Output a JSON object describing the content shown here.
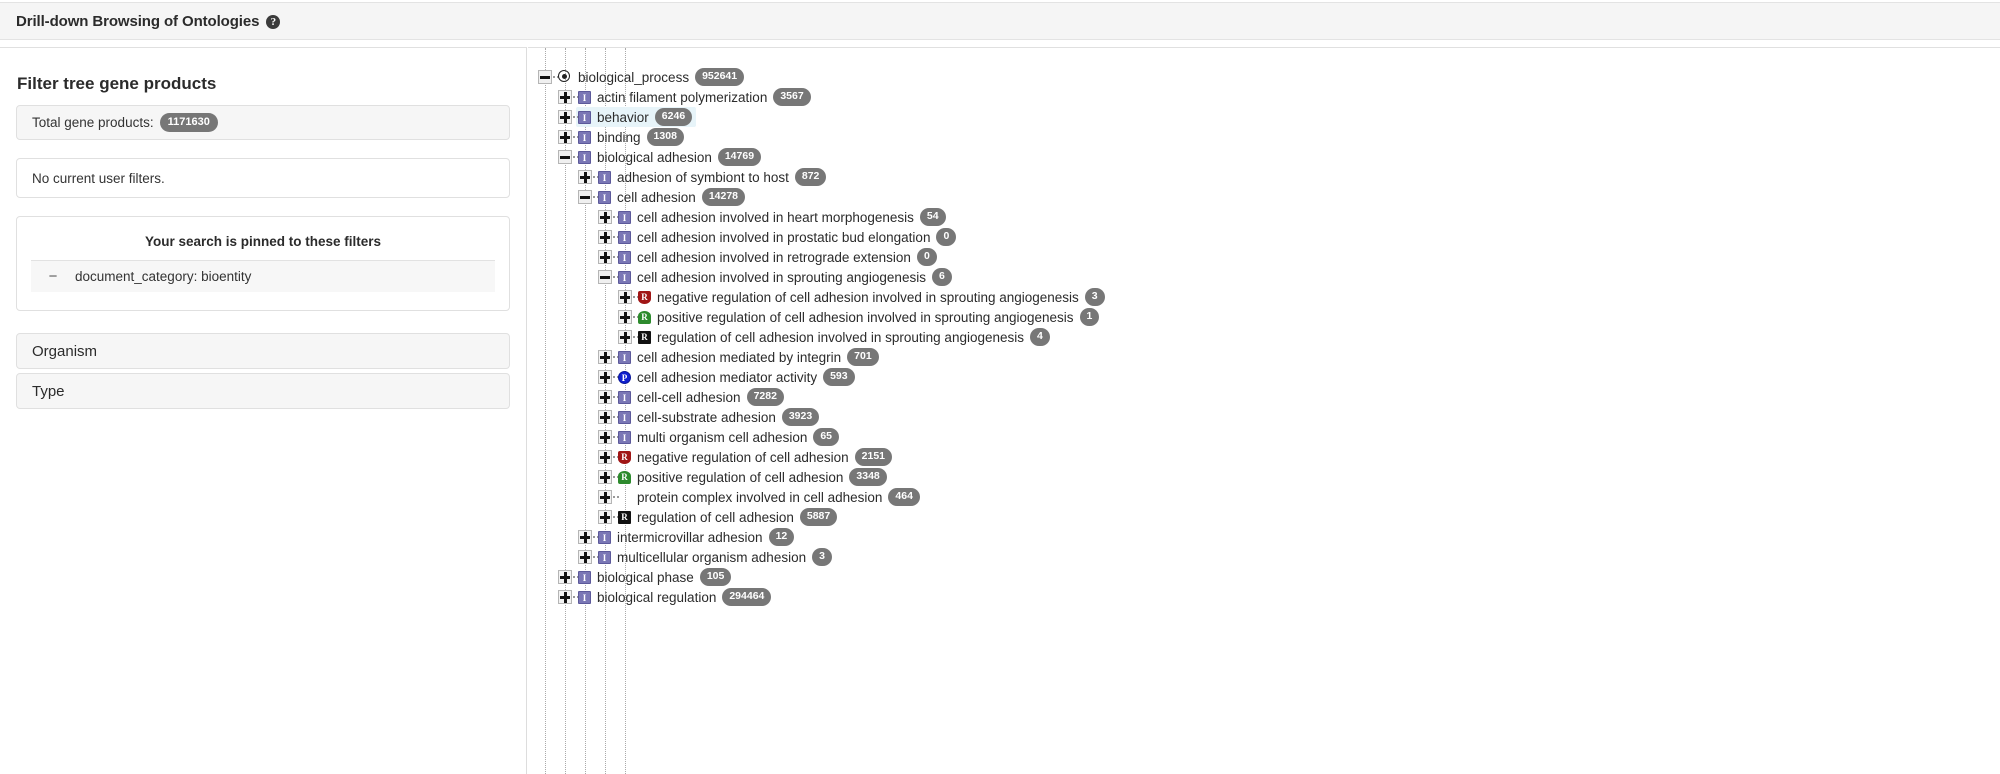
{
  "header": {
    "title": "Drill-down Browsing of Ontologies",
    "help_icon": "question-mark-icon",
    "help_label": "?"
  },
  "filter_panel": {
    "title": "Filter tree gene products",
    "total_label": "Total gene products:",
    "total_count": "1171630",
    "no_filters_text": "No current user filters.",
    "pinned_title": "Your search is pinned to these filters",
    "pinned_filters": [
      {
        "remove_label": "−",
        "text": "document_category: bioentity"
      }
    ],
    "accordions": [
      {
        "label": "Organism"
      },
      {
        "label": "Type"
      }
    ]
  },
  "tree": {
    "nodes": [
      {
        "depth": 0,
        "toggle": "minus",
        "icon": "root",
        "label": "biological_process",
        "count": "952641",
        "highlighted": false
      },
      {
        "depth": 1,
        "toggle": "plus",
        "icon": "isa",
        "label": "actin filament polymerization",
        "count": "3567",
        "highlighted": false
      },
      {
        "depth": 1,
        "toggle": "plus",
        "icon": "isa",
        "label": "behavior",
        "count": "6246",
        "highlighted": true
      },
      {
        "depth": 1,
        "toggle": "plus",
        "icon": "isa",
        "label": "binding",
        "count": "1308",
        "highlighted": false
      },
      {
        "depth": 1,
        "toggle": "minus",
        "icon": "isa",
        "label": "biological adhesion",
        "count": "14769",
        "highlighted": false
      },
      {
        "depth": 2,
        "toggle": "plus",
        "icon": "isa",
        "label": "adhesion of symbiont to host",
        "count": "872",
        "highlighted": false
      },
      {
        "depth": 2,
        "toggle": "minus",
        "icon": "isa",
        "label": "cell adhesion",
        "count": "14278",
        "highlighted": false
      },
      {
        "depth": 3,
        "toggle": "plus",
        "icon": "isa",
        "label": "cell adhesion involved in heart morphogenesis",
        "count": "54",
        "highlighted": false
      },
      {
        "depth": 3,
        "toggle": "plus",
        "icon": "isa",
        "label": "cell adhesion involved in prostatic bud elongation",
        "count": "0",
        "highlighted": false
      },
      {
        "depth": 3,
        "toggle": "plus",
        "icon": "isa",
        "label": "cell adhesion involved in retrograde extension",
        "count": "0",
        "highlighted": false
      },
      {
        "depth": 3,
        "toggle": "minus",
        "icon": "isa",
        "label": "cell adhesion involved in sprouting angiogenesis",
        "count": "6",
        "highlighted": false
      },
      {
        "depth": 4,
        "toggle": "plus",
        "icon": "negreg",
        "label": "negative regulation of cell adhesion involved in sprouting angiogenesis",
        "count": "3",
        "highlighted": false
      },
      {
        "depth": 4,
        "toggle": "plus",
        "icon": "posreg",
        "label": "positive regulation of cell adhesion involved in sprouting angiogenesis",
        "count": "1",
        "highlighted": false
      },
      {
        "depth": 4,
        "toggle": "plus",
        "icon": "regulates",
        "label": "regulation of cell adhesion involved in sprouting angiogenesis",
        "count": "4",
        "highlighted": false
      },
      {
        "depth": 3,
        "toggle": "plus",
        "icon": "isa",
        "label": "cell adhesion mediated by integrin",
        "count": "701",
        "highlighted": false
      },
      {
        "depth": 3,
        "toggle": "plus",
        "icon": "partof",
        "label": "cell adhesion mediator activity",
        "count": "593",
        "highlighted": false
      },
      {
        "depth": 3,
        "toggle": "plus",
        "icon": "isa",
        "label": "cell-cell adhesion",
        "count": "7282",
        "highlighted": false
      },
      {
        "depth": 3,
        "toggle": "plus",
        "icon": "isa",
        "label": "cell-substrate adhesion",
        "count": "3923",
        "highlighted": false
      },
      {
        "depth": 3,
        "toggle": "plus",
        "icon": "isa",
        "label": "multi organism cell adhesion",
        "count": "65",
        "highlighted": false
      },
      {
        "depth": 3,
        "toggle": "plus",
        "icon": "negreg",
        "label": "negative regulation of cell adhesion",
        "count": "2151",
        "highlighted": false
      },
      {
        "depth": 3,
        "toggle": "plus",
        "icon": "posreg",
        "label": "positive regulation of cell adhesion",
        "count": "3348",
        "highlighted": false
      },
      {
        "depth": 3,
        "toggle": "plus",
        "icon": "blank",
        "label": "protein complex involved in cell adhesion",
        "count": "464",
        "highlighted": false
      },
      {
        "depth": 3,
        "toggle": "plus",
        "icon": "regulates",
        "label": "regulation of cell adhesion",
        "count": "5887",
        "highlighted": false
      },
      {
        "depth": 2,
        "toggle": "plus",
        "icon": "isa",
        "label": "intermicrovillar adhesion",
        "count": "12",
        "highlighted": false
      },
      {
        "depth": 2,
        "toggle": "plus",
        "icon": "isa",
        "label": "multicellular organism adhesion",
        "count": "3",
        "highlighted": false
      },
      {
        "depth": 1,
        "toggle": "plus",
        "icon": "isa",
        "label": "biological phase",
        "count": "105",
        "highlighted": false
      },
      {
        "depth": 1,
        "toggle": "plus",
        "icon": "isa",
        "label": "biological regulation",
        "count": "294464",
        "highlighted": false
      }
    ],
    "icon_names": {
      "root": "ontology-root-icon",
      "isa": "is-a-relation-icon",
      "partof": "part-of-relation-icon",
      "regulates": "regulates-relation-icon",
      "negreg": "negatively-regulates-relation-icon",
      "posreg": "positively-regulates-relation-icon",
      "blank": "no-relation-icon"
    },
    "icon_glyphs": {
      "isa": "I",
      "partof": "P",
      "regulates": "R",
      "negreg": "R",
      "posreg": "R",
      "blank": ""
    }
  },
  "colors": {
    "badge_gray": "#777777",
    "isa_purple": "#7a77b5",
    "partof_blue": "#1020cf",
    "negreg_red": "#a01515",
    "posreg_green": "#2d8a2d",
    "regulates_black": "#111111",
    "highlight_blue": "#e7f4f9",
    "panel_gray": "#f5f5f5"
  }
}
